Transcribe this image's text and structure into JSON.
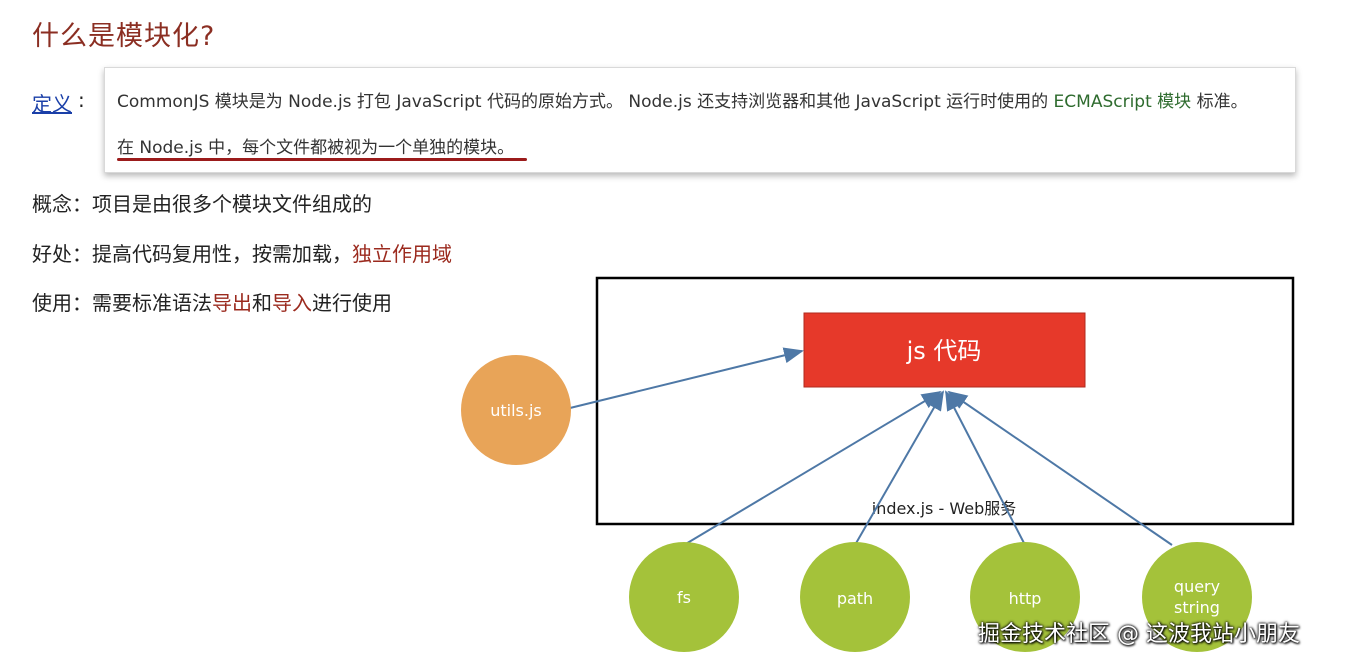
{
  "title": "什么是模块化?",
  "definition": {
    "link": "定义",
    "colon": ":",
    "line1_a": "CommonJS 模块是为 Node.js 打包 JavaScript 代码的原始方式。 Node.js 还支持浏览器和其他 JavaScript 运行时使用的 ",
    "line1_link": "ECMAScript 模块",
    "line1_b": " 标准。",
    "line2": "在 Node.js 中，每个文件都被视为一个单独的模块。"
  },
  "concept": {
    "label": "概念：",
    "text": "项目是由很多个模块文件组成的"
  },
  "benefit": {
    "label": "好处：",
    "text": "提高代码复用性，按需加载，",
    "highlight": "独立作用域"
  },
  "usage": {
    "label": "使用：",
    "text_a": "需要标准语法",
    "hl_a": "导出",
    "text_b": "和",
    "hl_b": "导入",
    "text_c": "进行使用"
  },
  "diagram": {
    "center_box": "js 代码",
    "container_label": "index.js - Web服务",
    "utils": "utils.js",
    "modules": [
      "fs",
      "path",
      "http"
    ],
    "query_line1": "query",
    "query_line2": "string"
  },
  "watermark": "掘金技术社区 @ 这波我站小朋友",
  "colors": {
    "title": "#8b2e22",
    "highlight_red": "#9b2a1e",
    "code_box": "#e6392a",
    "utils_circle": "#e8a458",
    "module_circle": "#a4c23a",
    "arrow": "#4e78a6"
  }
}
